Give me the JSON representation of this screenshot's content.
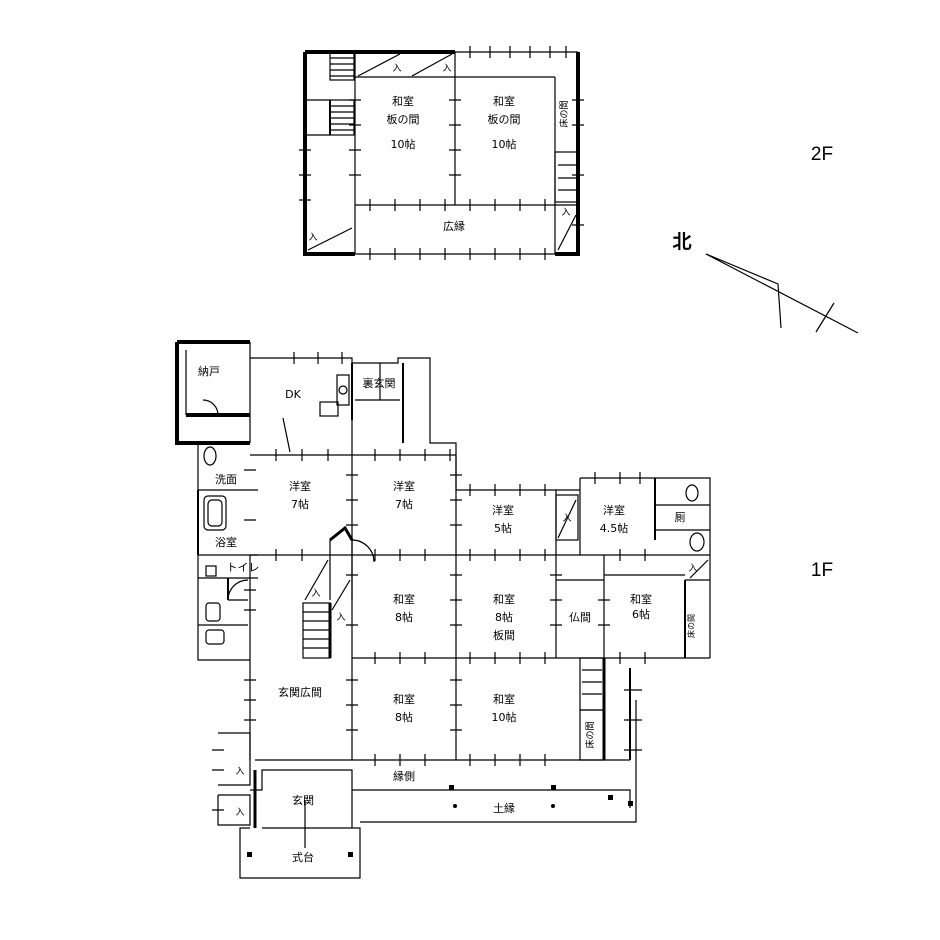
{
  "floors": {
    "upper": "2F",
    "lower": "1F"
  },
  "north_label": "北",
  "rooms_2f": [
    {
      "name": "和室",
      "sub": "板の間",
      "size": "10帖"
    },
    {
      "name": "和室",
      "sub": "板の間",
      "size": "10帖"
    }
  ],
  "labels_2f": {
    "tokonoma": "床の間",
    "hiroen": "広縁",
    "closet": "入"
  },
  "rooms_1f": {
    "nando": "納戸",
    "dk": "DK",
    "uragenkan": "裏玄関",
    "senmen": "洗面",
    "yokushitsu": "浴室",
    "toilet": "トイレ",
    "yoshitsu_a": {
      "name": "洋室",
      "size": "7帖"
    },
    "yoshitsu_b": {
      "name": "洋室",
      "size": "7帖"
    },
    "yoshitsu_c": {
      "name": "洋室",
      "size": "5帖"
    },
    "yoshitsu_d": {
      "name": "洋室",
      "size": "4.5帖"
    },
    "kuriya": "厠",
    "washitsu_8a": {
      "name": "和室",
      "size": "8帖"
    },
    "washitsu_8b": {
      "name": "和室",
      "size": "8帖",
      "sub": "板間"
    },
    "butsuma": "仏間",
    "washitsu_6": {
      "name": "和室",
      "size": "6帖"
    },
    "tokonoma_small": "床の間",
    "genkan_hiroma": "玄関広間",
    "washitsu_8c": {
      "name": "和室",
      "size": "8帖"
    },
    "washitsu_10": {
      "name": "和室",
      "size": "10帖"
    },
    "tokonoma": "床の間",
    "engawa": "縁側",
    "doen": "土縁",
    "genkan": "玄関",
    "shikidai": "式台",
    "closet": "入"
  }
}
